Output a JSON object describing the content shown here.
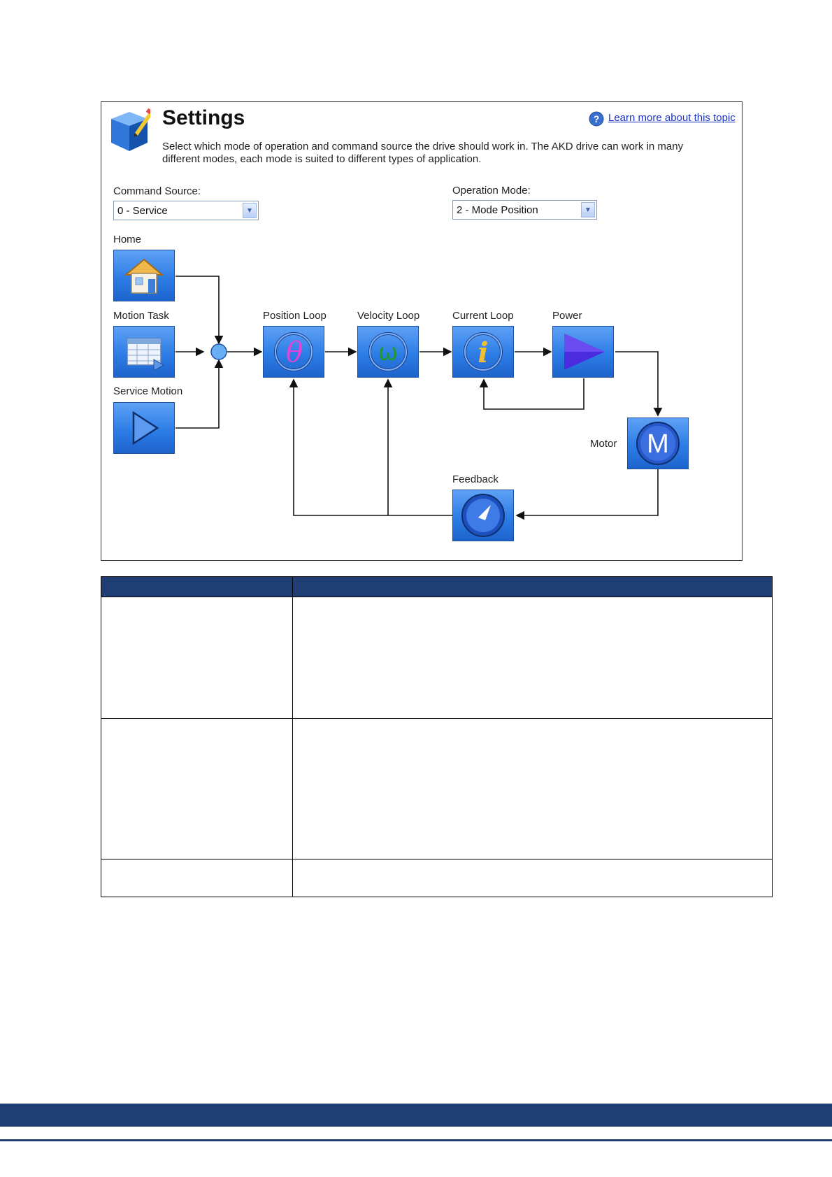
{
  "settings": {
    "title": "Settings",
    "help_link": "Learn more about this topic",
    "description_line1": "Select which mode of operation and command source the drive should work in. The AKD drive can work in many",
    "description_line2": "different modes, each mode is suited to different types of application.",
    "command_source": {
      "label": "Command Source:",
      "value": "0 - Service"
    },
    "operation_mode": {
      "label": "Operation Mode:",
      "value": "2 - Mode Position"
    }
  },
  "diagram": {
    "home": "Home",
    "motion_task": "Motion Task",
    "service_motion": "Service Motion",
    "position_loop": "Position Loop",
    "velocity_loop": "Velocity Loop",
    "current_loop": "Current Loop",
    "power": "Power",
    "motor": "Motor",
    "feedback": "Feedback"
  },
  "colors": {
    "header_blue": "#1f3e73",
    "block_blue": "#2d7de6",
    "link_blue": "#1b33c6"
  },
  "icons": {
    "app": "settings-cube-icon",
    "help": "help-icon",
    "home": "house-icon",
    "motion_task": "table-icon",
    "service_motion": "play-icon",
    "position_loop": "theta-icon",
    "velocity_loop": "omega-icon",
    "current_loop": "current-i-icon",
    "power": "power-triangle-icon",
    "motor": "motor-m-icon",
    "feedback": "feedback-dial-icon"
  }
}
